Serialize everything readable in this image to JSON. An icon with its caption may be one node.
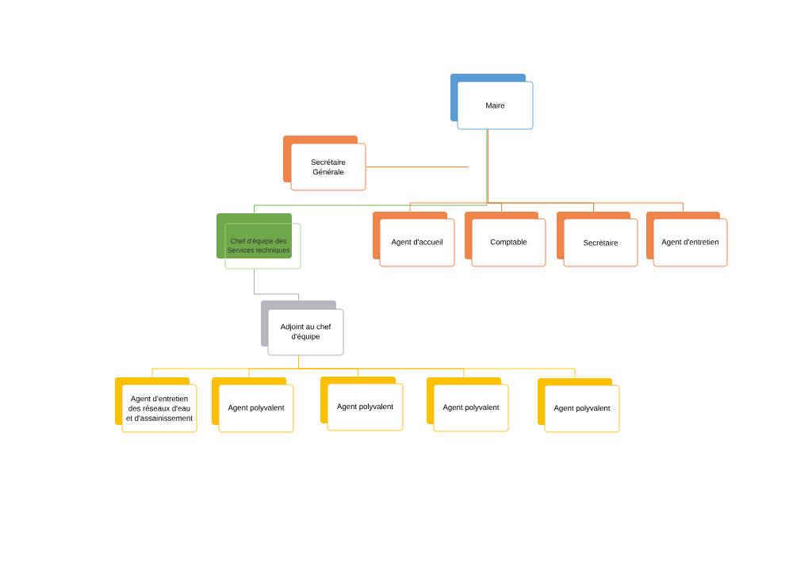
{
  "diagram": {
    "nodes": [
      {
        "text": [
          "Maire"
        ]
      },
      {
        "text": [
          "Secrétaire Générale"
        ]
      },
      {
        "text": [
          "Chef d'équipe des Services techniques"
        ]
      },
      {
        "text": [
          "Agent d'accueil"
        ]
      },
      {
        "text": [
          "Comptable"
        ]
      },
      {
        "text": [
          "Secrétaire"
        ]
      },
      {
        "text": [
          "Agent d'entretien"
        ]
      },
      {
        "text": [
          "Adjoint au chef d'équipe"
        ]
      },
      {
        "text": [
          "Agent d'entretien des réseaux d'eau et d'assainissement"
        ]
      },
      {
        "text": [
          "Agent polyvalent"
        ]
      },
      {
        "text": [
          "Agent polyvalent"
        ]
      },
      {
        "text": [
          "Agent polyvalent"
        ]
      },
      {
        "text": [
          "Agent polyvalent"
        ]
      }
    ],
    "edges": [
      {
        "from": 0,
        "to": 2,
        "arrow": "none",
        "color": "#70ad47"
      },
      {
        "from": 0,
        "to": 3,
        "arrow": "none",
        "color": "#ed7d31"
      },
      {
        "from": 0,
        "to": 4,
        "arrow": "none",
        "color": "#ed7d31"
      },
      {
        "from": 0,
        "to": 5,
        "arrow": "none",
        "color": "#ed7d31"
      },
      {
        "from": 0,
        "to": 6,
        "arrow": "none",
        "color": "#ed7d31"
      },
      {
        "from": 1,
        "to": null,
        "arrow": "none",
        "color": "#ed7d31"
      },
      {
        "from": 2,
        "to": 7,
        "arrow": "none",
        "color": "#a5a5a5"
      },
      {
        "from": 7,
        "to": 8,
        "arrow": "none"
      },
      {
        "from": 7,
        "to": 9,
        "arrow": "none"
      },
      {
        "from": 7,
        "to": 10,
        "arrow": "none"
      },
      {
        "from": 7,
        "to": 11,
        "arrow": "none"
      },
      {
        "from": 7,
        "to": 12,
        "arrow": "none"
      }
    ]
  }
}
